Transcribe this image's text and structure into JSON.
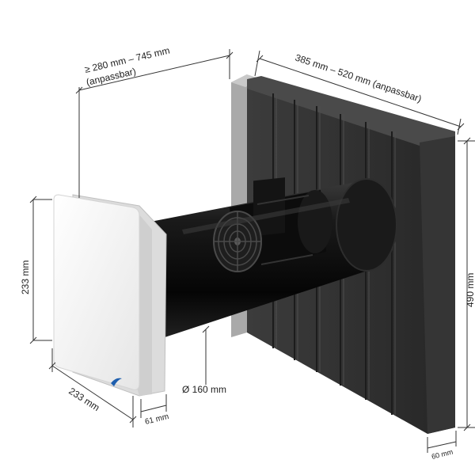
{
  "dimensions": {
    "wall_thickness": {
      "line1": "≥ 280 mm – 745 mm",
      "line2": "(anpassbar)"
    },
    "block_width": "385 mm – 520 mm (anpassbar)",
    "block_height": "490 mm",
    "block_depth": "60 mm",
    "cover_height": "233 mm",
    "cover_width": "233 mm",
    "cover_depth": "61 mm",
    "pipe_diameter": "Ø 160 mm"
  },
  "colors": {
    "background": "#ffffff",
    "insulation": "#2a2a2a",
    "insulation_edge": "#444444",
    "pipe": "#111111",
    "cover": "#f4f4f4",
    "frame": "#a9a9a9",
    "logo_accent": "#1f5fae"
  },
  "icons": [
    "fan-grille-icon",
    "brand-swoosh-icon"
  ]
}
